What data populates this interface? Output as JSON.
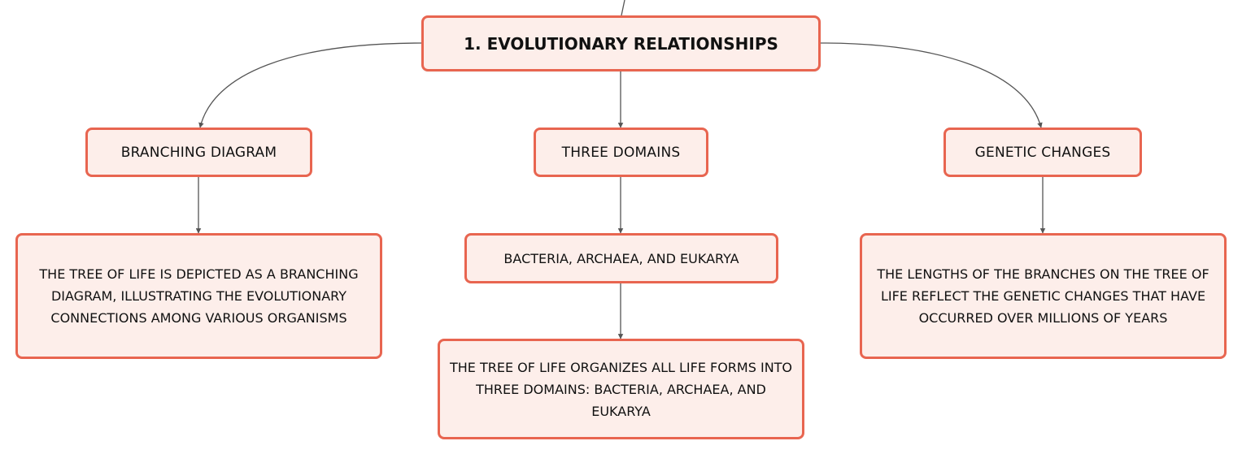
{
  "diagram": {
    "root": {
      "label": "1. EVOLUTIONARY RELATIONSHIPS"
    },
    "branches": [
      {
        "label": "BRANCHING DIAGRAM",
        "detail": "THE TREE OF LIFE IS DEPICTED AS A BRANCHING DIAGRAM, ILLUSTRATING THE EVOLUTIONARY CONNECTIONS AMONG VARIOUS ORGANISMS"
      },
      {
        "label": "THREE DOMAINS",
        "detail": "BACTERIA, ARCHAEA, AND EUKARYA",
        "sub_detail": "THE TREE OF LIFE ORGANIZES ALL LIFE FORMS INTO THREE DOMAINS: BACTERIA, ARCHAEA, AND EUKARYA"
      },
      {
        "label": "GENETIC CHANGES",
        "detail": "THE LENGTHS OF THE BRANCHES ON THE TREE OF LIFE REFLECT THE GENETIC CHANGES THAT HAVE OCCURRED OVER MILLIONS OF YEARS"
      }
    ]
  },
  "colors": {
    "node_fill": "#fdeeea",
    "node_border": "#e86550",
    "connector": "#555555",
    "text": "#111111"
  }
}
